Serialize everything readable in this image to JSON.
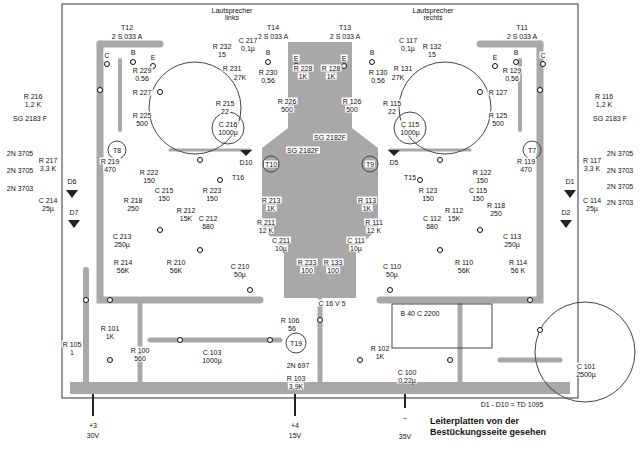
{
  "diagram": {
    "caption": "Leiterplatten von der Bestückungsseite gesehen",
    "labels": [
      "Lautsprecher links",
      "T12",
      "2 S 033 A",
      "T14",
      "2 S 033 A",
      "Lautsprecher rechts",
      "T13",
      "2 S 033 A",
      "T11",
      "2 S 033 A",
      "C",
      "B",
      "E",
      "B",
      "E",
      "E",
      "B",
      "E",
      "B",
      "C",
      "R 232",
      "15",
      "C 217",
      "0,1µ",
      "C 117",
      "0,1µ",
      "R 132",
      "15",
      "R 229",
      "0,56",
      "R 231",
      "27K",
      "R 230",
      "0,56",
      "R 228",
      "1K",
      "R 128",
      "1K",
      "R 130",
      "0,56",
      "R 131",
      "27K",
      "R 129",
      "0,56",
      "R 216",
      "1,2 K",
      "SG 2183 F",
      "R 227",
      "R 225",
      "500",
      "R 215",
      "22",
      "R 226",
      "500",
      "C 216",
      "1000µ",
      "R 126",
      "500",
      "R 115",
      "22",
      "C 115",
      "1000µ",
      "R 127",
      "R 125",
      "500",
      "R 116",
      "1,2 K",
      "SG 2183 F",
      "SG 2182F",
      "SG 2182F",
      "T8",
      "T7",
      "D10",
      "T10",
      "D5",
      "T9",
      "T16",
      "T15",
      "R 217",
      "3,3 K",
      "R 219",
      "470",
      "D6",
      "D7",
      "R 222",
      "150",
      "C 214",
      "25µ",
      "R 218",
      "250",
      "C 215",
      "150",
      "R 223",
      "150",
      "R 213",
      "1K",
      "R 212",
      "15K",
      "C 212",
      "680",
      "R 211",
      "12 K",
      "C 211",
      "10µ",
      "C 213",
      "250µ",
      "R 214",
      "56K",
      "R 210",
      "56K",
      "C 210",
      "50µ",
      "R 233",
      "100",
      "R 133",
      "100",
      "C 110",
      "50µ",
      "R 110",
      "56K",
      "R 114",
      "56 K",
      "C 113",
      "250µ",
      "C 111",
      "10µ",
      "R 111",
      "12 K",
      "R 113",
      "1K",
      "R 112",
      "15K",
      "C 112",
      "680",
      "R 123",
      "150",
      "C 115",
      "150",
      "R 118",
      "250",
      "R 122",
      "150",
      "R 119",
      "470",
      "R 117",
      "3,3 K",
      "D1",
      "D2",
      "C 114",
      "25µ",
      "2N 3705",
      "2N 3705",
      "2N 3703",
      "2N 3705",
      "2N 3703",
      "2N 3705",
      "2N 3703",
      "R 105",
      "1",
      "R 101",
      "1K",
      "R 100",
      "560",
      "C 103",
      "1000µ",
      "R 106",
      "56",
      "C 16 V 5",
      "B 40 C 2200",
      "T19",
      "2N 697",
      "R 102",
      "1K",
      "R 103",
      "3,9K",
      "C 100",
      "0,22µ",
      "C 101",
      "2500µ",
      "+3",
      "30V",
      "+4",
      "15V",
      "~",
      "35V",
      "D1 - D10 = TD 1095"
    ]
  }
}
